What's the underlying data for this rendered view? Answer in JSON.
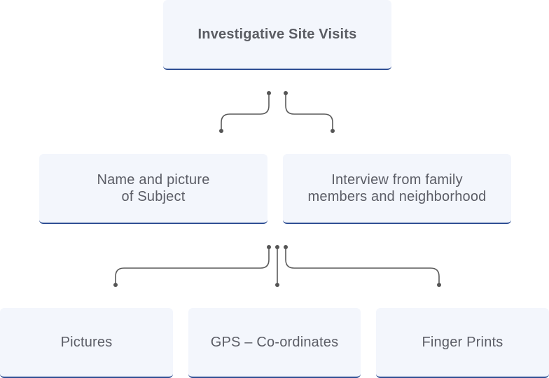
{
  "diagram": {
    "root": {
      "label": "Investigative Site Visits"
    },
    "level2": [
      {
        "label": "Name and picture\nof Subject"
      },
      {
        "label": "Interview from family\nmembers and neighborhood"
      }
    ],
    "level3": [
      {
        "label": "Pictures"
      },
      {
        "label": "GPS – Co-ordinates"
      },
      {
        "label": "Finger Prints"
      }
    ]
  },
  "colors": {
    "node_fill": "#f3f6fc",
    "node_border": "#2f4f94",
    "text": "#5b5d66",
    "connector": "#555555"
  }
}
